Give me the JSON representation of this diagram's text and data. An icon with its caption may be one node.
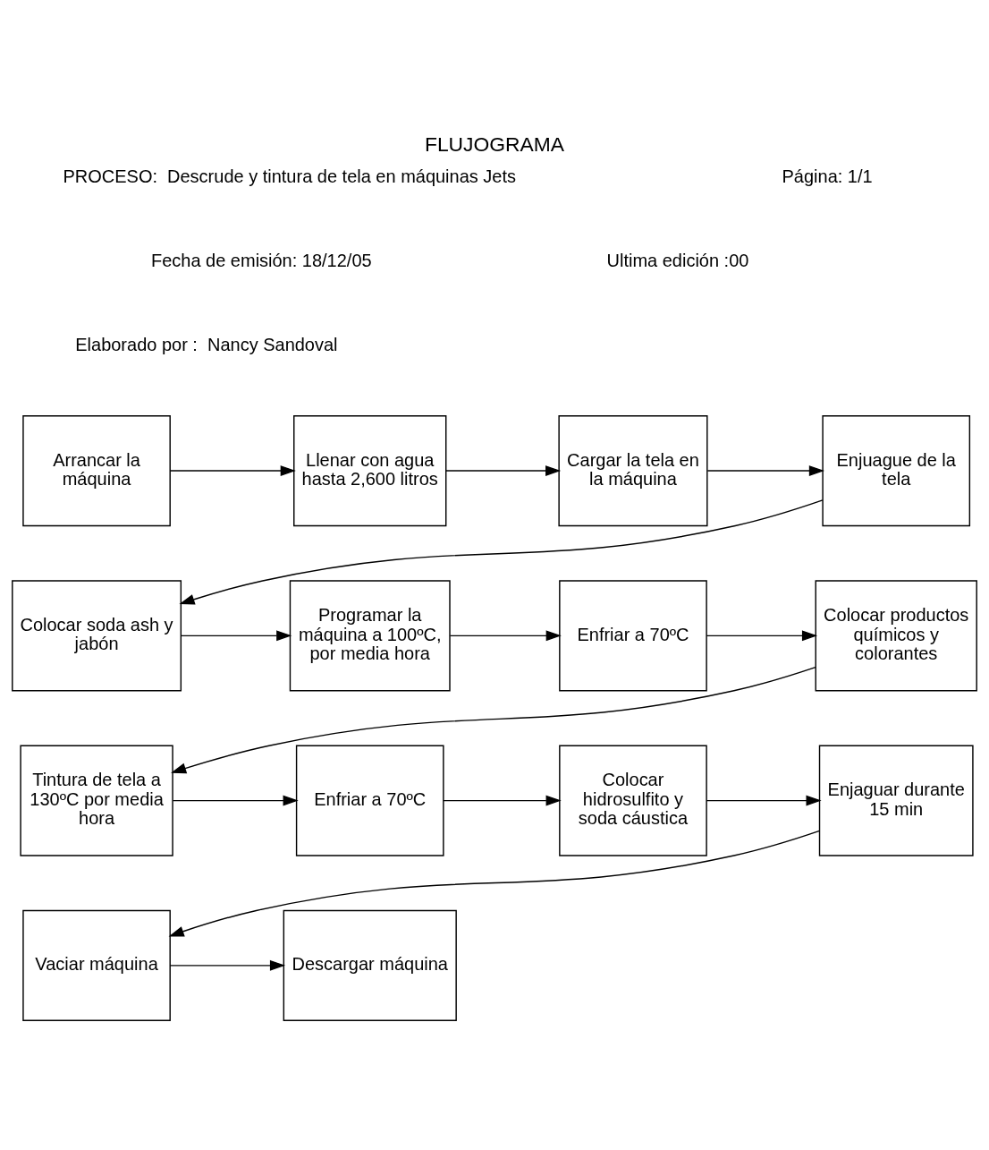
{
  "diagram": {
    "title": "FLUJOGRAMA",
    "nodes": [
      {
        "text": [
          "Arrancar la máquina"
        ]
      },
      {
        "text": [
          "Llenar con agua hasta 2,600 litros"
        ]
      },
      {
        "text": [
          "Cargar la tela en la máquina"
        ]
      },
      {
        "text": [
          "Enjuague de la tela"
        ]
      },
      {
        "text": [
          "Colocar soda ash y jabón"
        ]
      },
      {
        "text": [
          "Programar la máquina a 100ºC, por media hora"
        ]
      },
      {
        "text": [
          "Enfriar a 70ºC"
        ]
      },
      {
        "text": [
          "Colocar productos químicos y colorantes"
        ]
      },
      {
        "text": [
          "Tintura de tela a 130ºC por media hora"
        ]
      },
      {
        "text": [
          "Enfriar a 70ºC"
        ]
      },
      {
        "text": [
          "Colocar hidrosulfito y soda cáustica"
        ]
      },
      {
        "text": [
          "Enjaguar durante 15 min"
        ]
      },
      {
        "text": [
          "Vaciar máquina"
        ]
      },
      {
        "text": [
          "Descargar máquina"
        ]
      }
    ],
    "edges": [
      {
        "from": 0,
        "to": 1,
        "arrow": "to"
      },
      {
        "from": 1,
        "to": 2,
        "arrow": "to"
      },
      {
        "from": 2,
        "to": 3,
        "arrow": "to"
      },
      {
        "from": 3,
        "to": 4,
        "arrow": "to"
      },
      {
        "from": 4,
        "to": 5,
        "arrow": "to"
      },
      {
        "from": 5,
        "to": 6,
        "arrow": "to"
      },
      {
        "from": 6,
        "to": 7,
        "arrow": "to"
      },
      {
        "from": 7,
        "to": 8,
        "arrow": "to"
      },
      {
        "from": 8,
        "to": 9,
        "arrow": "to"
      },
      {
        "from": 9,
        "to": 10,
        "arrow": "to"
      },
      {
        "from": 10,
        "to": 11,
        "arrow": "to"
      },
      {
        "from": 11,
        "to": 12,
        "arrow": "to"
      },
      {
        "from": 12,
        "to": 13,
        "arrow": "to"
      }
    ],
    "labels": [
      "PROCESO:  Descrude y tintura de tela en máquinas Jets",
      "Página: 1/1",
      "Fecha de emisión: 18/12/05",
      "Ultima edición :00",
      "Elaborado por :  Nancy Sandoval"
    ]
  }
}
